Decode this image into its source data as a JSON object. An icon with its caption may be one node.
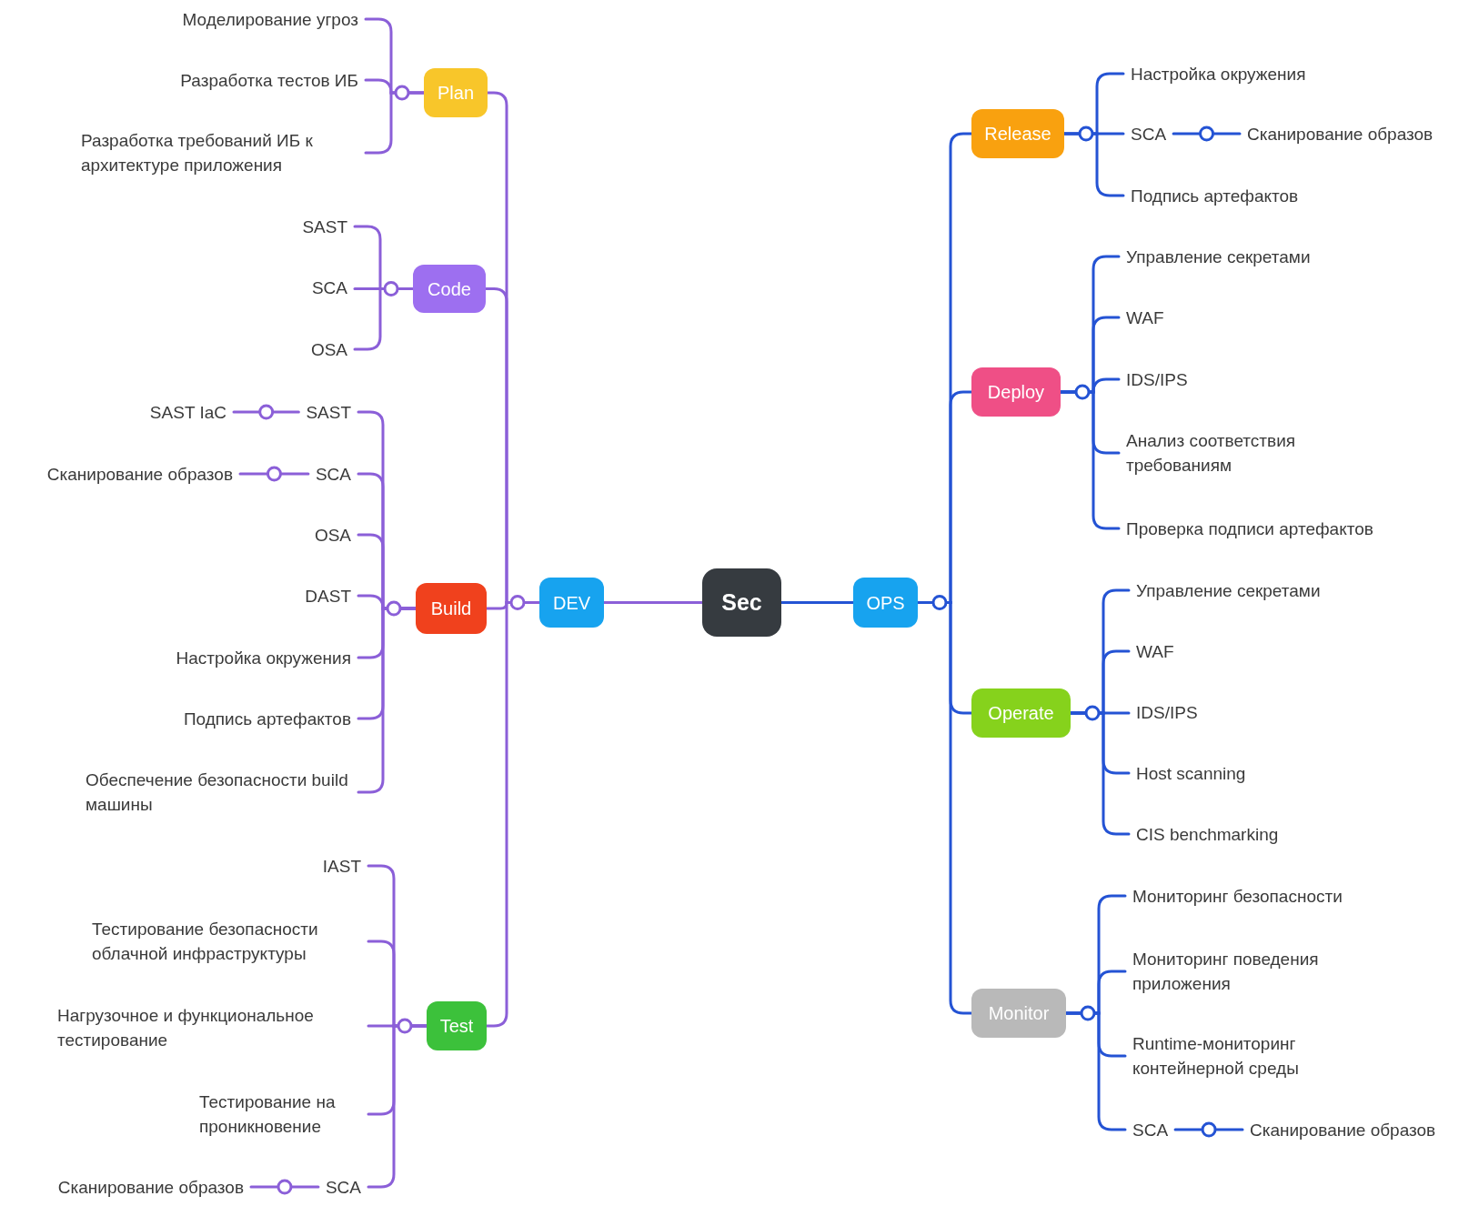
{
  "diagram": {
    "nodes": [
      {
        "text": [
          "Sec"
        ]
      },
      {
        "text": [
          "DEV"
        ]
      },
      {
        "text": [
          "OPS"
        ]
      },
      {
        "text": [
          "Plan"
        ]
      },
      {
        "text": [
          "Моделирование угроз"
        ]
      },
      {
        "text": [
          "Разработка тестов ИБ"
        ]
      },
      {
        "text": [
          "Разработка требований ИБ к архитектуре приложения"
        ]
      },
      {
        "text": [
          "Code"
        ]
      },
      {
        "text": [
          "SAST"
        ]
      },
      {
        "text": [
          "SCA"
        ]
      },
      {
        "text": [
          "OSA"
        ]
      },
      {
        "text": [
          "Build"
        ]
      },
      {
        "text": [
          "SAST"
        ]
      },
      {
        "text": [
          "SAST IaC"
        ]
      },
      {
        "text": [
          "SCA"
        ]
      },
      {
        "text": [
          "Сканирование образов"
        ]
      },
      {
        "text": [
          "OSA"
        ]
      },
      {
        "text": [
          "DAST"
        ]
      },
      {
        "text": [
          "Настройка окружения"
        ]
      },
      {
        "text": [
          "Подпись артефактов"
        ]
      },
      {
        "text": [
          "Обеспечение безопасности build машины"
        ]
      },
      {
        "text": [
          "Test"
        ]
      },
      {
        "text": [
          "IAST"
        ]
      },
      {
        "text": [
          "Тестирование безопасности облачной инфраструктуры"
        ]
      },
      {
        "text": [
          "Нагрузочное и функциональное тестирование"
        ]
      },
      {
        "text": [
          "Тестирование на проникновение"
        ]
      },
      {
        "text": [
          "SCA"
        ]
      },
      {
        "text": [
          "Сканирование образов"
        ]
      },
      {
        "text": [
          "Release"
        ]
      },
      {
        "text": [
          "Настройка окружения"
        ]
      },
      {
        "text": [
          "SCA"
        ]
      },
      {
        "text": [
          "Сканирование образов"
        ]
      },
      {
        "text": [
          "Подпись артефактов"
        ]
      },
      {
        "text": [
          "Deploy"
        ]
      },
      {
        "text": [
          "Управление секретами"
        ]
      },
      {
        "text": [
          "WAF"
        ]
      },
      {
        "text": [
          "IDS/IPS"
        ]
      },
      {
        "text": [
          "Анализ соответствия требованиям"
        ]
      },
      {
        "text": [
          "Проверка подписи артефактов"
        ]
      },
      {
        "text": [
          "Operate"
        ]
      },
      {
        "text": [
          "Управление секретами"
        ]
      },
      {
        "text": [
          "WAF"
        ]
      },
      {
        "text": [
          "IDS/IPS"
        ]
      },
      {
        "text": [
          "Host scanning"
        ]
      },
      {
        "text": [
          "CIS benchmarking"
        ]
      },
      {
        "text": [
          "Monitor"
        ]
      },
      {
        "text": [
          "Мониторинг безопасности"
        ]
      },
      {
        "text": [
          "Мониторинг поведения приложения"
        ]
      },
      {
        "text": [
          "Runtime-мониторинг контейнерной среды"
        ]
      },
      {
        "text": [
          "SCA"
        ]
      },
      {
        "text": [
          "Сканирование образов"
        ]
      }
    ],
    "edges": [
      {
        "from": 0,
        "to": 1,
        "arrow": "none"
      },
      {
        "from": 0,
        "to": 2,
        "arrow": "none",
        "color": "#2453d4"
      },
      {
        "from": 1,
        "to": 3,
        "arrow": "none"
      },
      {
        "from": 1,
        "to": 7,
        "arrow": "none"
      },
      {
        "from": 1,
        "to": 11,
        "arrow": "none"
      },
      {
        "from": 1,
        "to": 21,
        "arrow": "none"
      },
      {
        "from": 3,
        "to": 4,
        "arrow": "none"
      },
      {
        "from": 3,
        "to": 5,
        "arrow": "none"
      },
      {
        "from": 3,
        "to": 6,
        "arrow": "none"
      },
      {
        "from": 7,
        "to": 8,
        "arrow": "none"
      },
      {
        "from": 7,
        "to": 9,
        "arrow": "none"
      },
      {
        "from": 7,
        "to": 10,
        "arrow": "none"
      },
      {
        "from": 11,
        "to": 12,
        "arrow": "none"
      },
      {
        "from": 12,
        "to": 13,
        "arrow": "none"
      },
      {
        "from": 11,
        "to": 14,
        "arrow": "none"
      },
      {
        "from": 14,
        "to": 15,
        "arrow": "none"
      },
      {
        "from": 11,
        "to": 16,
        "arrow": "none"
      },
      {
        "from": 11,
        "to": 17,
        "arrow": "none"
      },
      {
        "from": 11,
        "to": 18,
        "arrow": "none"
      },
      {
        "from": 11,
        "to": 19,
        "arrow": "none"
      },
      {
        "from": 11,
        "to": 20,
        "arrow": "none"
      },
      {
        "from": 21,
        "to": 22,
        "arrow": "none"
      },
      {
        "from": 21,
        "to": 23,
        "arrow": "none"
      },
      {
        "from": 21,
        "to": 24,
        "arrow": "none"
      },
      {
        "from": 21,
        "to": 25,
        "arrow": "none"
      },
      {
        "from": 21,
        "to": 26,
        "arrow": "none"
      },
      {
        "from": 26,
        "to": 27,
        "arrow": "none"
      },
      {
        "from": 2,
        "to": 28,
        "arrow": "none",
        "color": "#2453d4"
      },
      {
        "from": 2,
        "to": 33,
        "arrow": "none",
        "color": "#2453d4"
      },
      {
        "from": 2,
        "to": 39,
        "arrow": "none",
        "color": "#2453d4"
      },
      {
        "from": 2,
        "to": 45,
        "arrow": "none",
        "color": "#2453d4"
      },
      {
        "from": 28,
        "to": 29,
        "arrow": "none",
        "color": "#2453d4"
      },
      {
        "from": 28,
        "to": 30,
        "arrow": "none",
        "color": "#2453d4"
      },
      {
        "from": 30,
        "to": 31,
        "arrow": "none",
        "color": "#2453d4"
      },
      {
        "from": 28,
        "to": 32,
        "arrow": "none",
        "color": "#2453d4"
      },
      {
        "from": 33,
        "to": 34,
        "arrow": "none",
        "color": "#2453d4"
      },
      {
        "from": 33,
        "to": 35,
        "arrow": "none",
        "color": "#2453d4"
      },
      {
        "from": 33,
        "to": 36,
        "arrow": "none",
        "color": "#2453d4"
      },
      {
        "from": 33,
        "to": 37,
        "arrow": "none",
        "color": "#2453d4"
      },
      {
        "from": 33,
        "to": 38,
        "arrow": "none",
        "color": "#2453d4"
      },
      {
        "from": 39,
        "to": 40,
        "arrow": "none",
        "color": "#2453d4"
      },
      {
        "from": 39,
        "to": 41,
        "arrow": "none",
        "color": "#2453d4"
      },
      {
        "from": 39,
        "to": 42,
        "arrow": "none",
        "color": "#2453d4"
      },
      {
        "from": 39,
        "to": 43,
        "arrow": "none",
        "color": "#2453d4"
      },
      {
        "from": 39,
        "to": 44,
        "arrow": "none",
        "color": "#2453d4"
      },
      {
        "from": 45,
        "to": 46,
        "arrow": "none",
        "color": "#2453d4"
      },
      {
        "from": 45,
        "to": 47,
        "arrow": "none",
        "color": "#2453d4"
      },
      {
        "from": 45,
        "to": 48,
        "arrow": "none",
        "color": "#2453d4"
      },
      {
        "from": 45,
        "to": 49,
        "arrow": "none",
        "color": "#2453d4"
      },
      {
        "from": 49,
        "to": 50,
        "arrow": "none",
        "color": "#2453d4"
      }
    ]
  }
}
